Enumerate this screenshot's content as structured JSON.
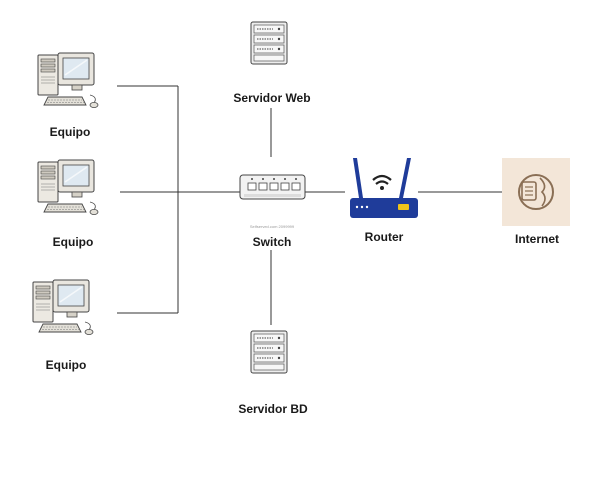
{
  "diagram": {
    "nodes": {
      "pc1": {
        "label": "Equipo",
        "icon": "desktop-computer-icon"
      },
      "pc2": {
        "label": "Equipo",
        "icon": "desktop-computer-icon"
      },
      "pc3": {
        "label": "Equipo",
        "icon": "desktop-computer-icon"
      },
      "web": {
        "label": "Servidor Web",
        "icon": "server-rack-icon"
      },
      "db": {
        "label": "Servidor BD",
        "icon": "server-rack-icon"
      },
      "switch": {
        "label": "Switch",
        "icon": "network-switch-icon",
        "caption": "Selfserved.com 2099999"
      },
      "router": {
        "label": "Router",
        "icon": "wifi-router-icon"
      },
      "internet": {
        "label": "Internet",
        "icon": "globe-icon"
      }
    },
    "colors": {
      "line": "#333333",
      "router_body": "#1f3c9a",
      "router_accent": "#f0c419",
      "internet_bg": "#f3e6d8",
      "internet_icon": "#8a6f55"
    }
  }
}
